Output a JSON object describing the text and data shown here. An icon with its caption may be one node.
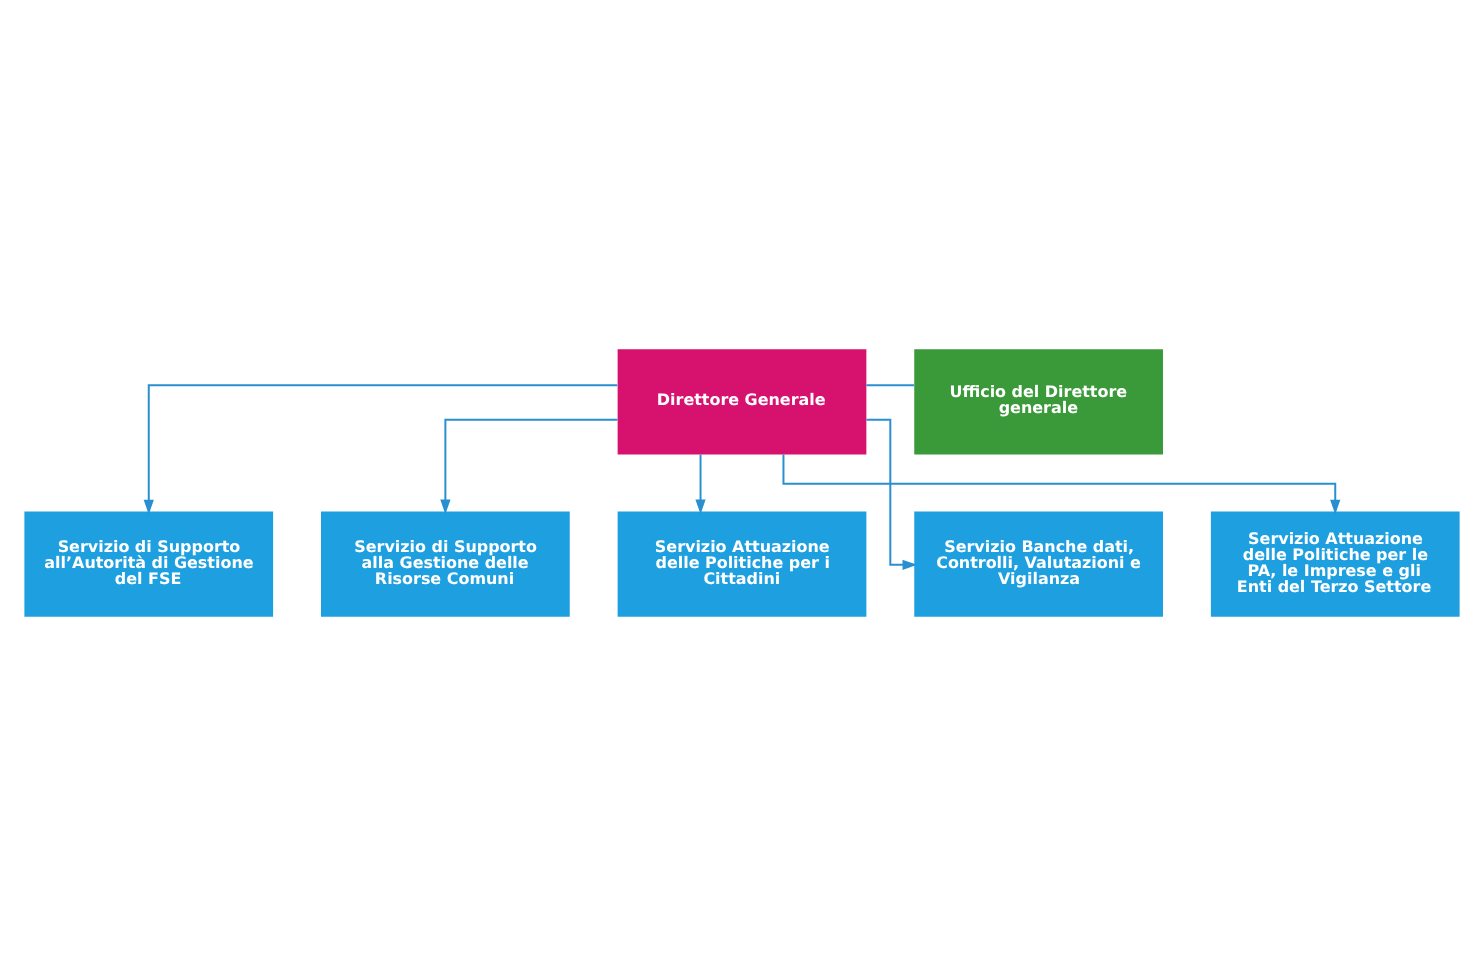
{
  "diagram": {
    "nodes": [
      {
        "text": [
          "Direttore Generale"
        ]
      },
      {
        "text": [
          "Ufficio del Direttore generale"
        ]
      },
      {
        "text": [
          "Servizio di Supporto all’Autorità di Gestione del FSE"
        ]
      },
      {
        "text": [
          "Servizio di Supporto alla Gestione delle Risorse Comuni"
        ]
      },
      {
        "text": [
          "Servizio Attuazione delle Politiche per i Cittadini"
        ]
      },
      {
        "text": [
          "Servizio Banche dati, Controlli, Valutazioni e Vigilanza"
        ]
      },
      {
        "text": [
          "Servizio Attuazione delle Politiche per le PA, le Imprese e gli Enti del Terzo Settore"
        ]
      }
    ],
    "edges": [
      {
        "from": 0,
        "to": 1,
        "arrow": "none"
      },
      {
        "from": 0,
        "to": 2,
        "arrow": "to"
      },
      {
        "from": 0,
        "to": 3,
        "arrow": "to"
      },
      {
        "from": 0,
        "to": 4,
        "arrow": "to"
      },
      {
        "from": 0,
        "to": 5,
        "arrow": "to"
      },
      {
        "from": 0,
        "to": 6,
        "arrow": "to"
      }
    ]
  }
}
